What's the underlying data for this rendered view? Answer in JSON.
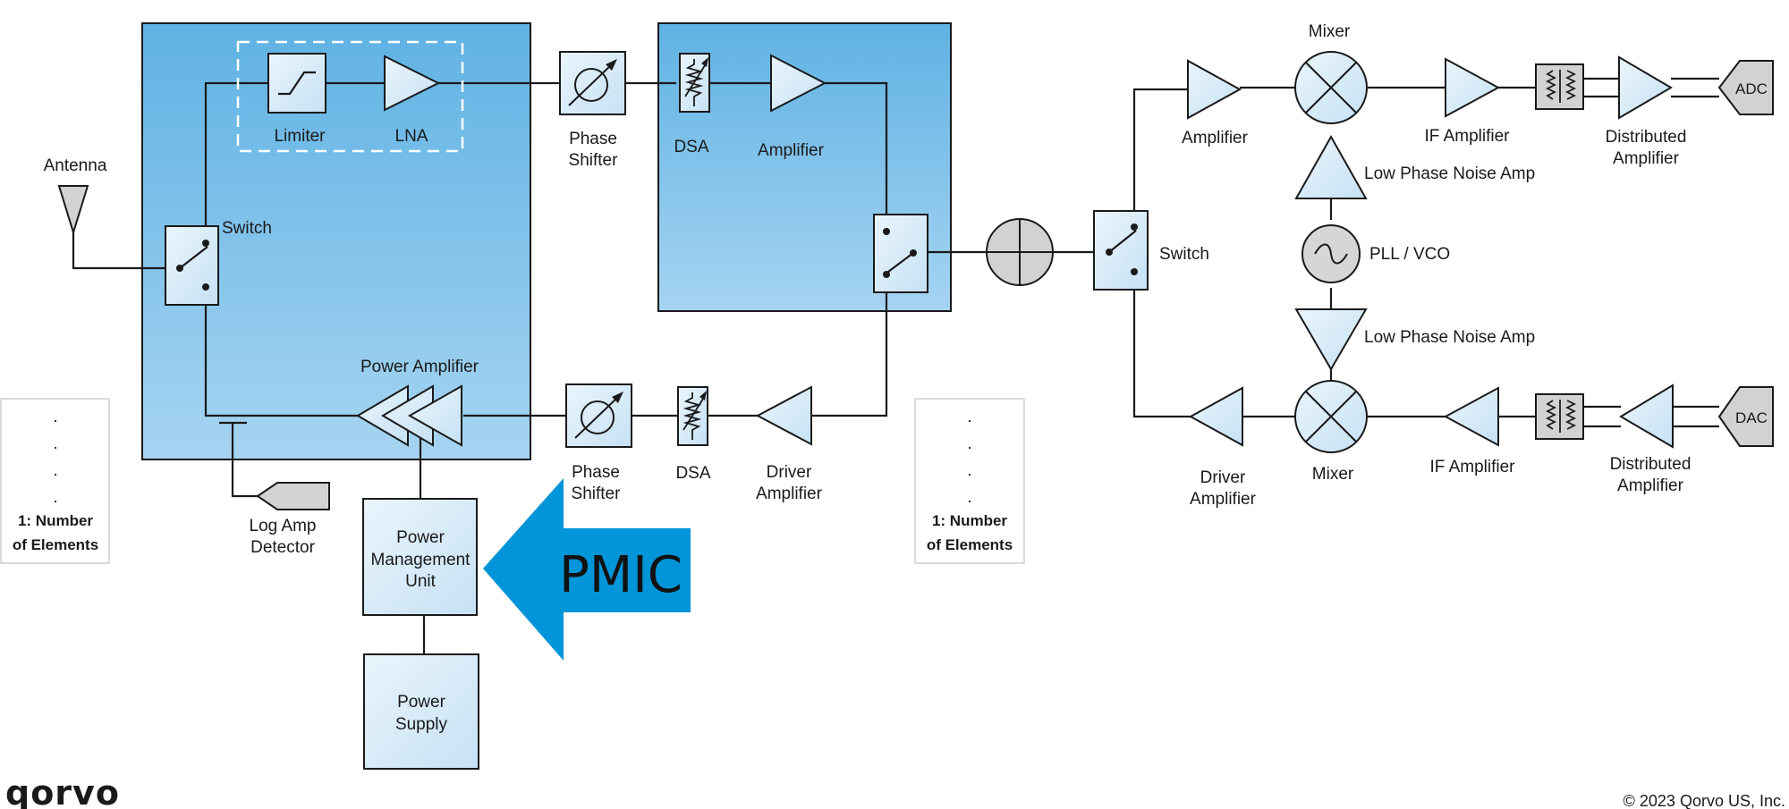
{
  "labels": {
    "antenna": "Antenna",
    "switch_left": "Switch",
    "limiter": "Limiter",
    "lna": "LNA",
    "phase_shifter_1": "Phase",
    "phase_shifter_2": "Shifter",
    "dsa": "DSA",
    "amplifier": "Amplifier",
    "power_amplifier": "Power Amplifier",
    "driver_1": "Driver",
    "driver_2": "Amplifier",
    "log_amp_1": "Log Amp",
    "log_amp_2": "Detector",
    "pmu_1": "Power",
    "pmu_2": "Management",
    "pmu_3": "Unit",
    "psu_1": "Power",
    "psu_2": "Supply",
    "pmic": "PMIC",
    "elements_1": "1: Number",
    "elements_2": "of Elements",
    "dot": ".",
    "switch_right": "Switch",
    "mixer": "Mixer",
    "if_amplifier": "IF Amplifier",
    "distributed_1": "Distributed",
    "distributed_2": "Amplifier",
    "adc": "ADC",
    "dac": "DAC",
    "low_phase_noise_amp": "Low Phase Noise Amp",
    "pll_vco": "PLL / VCO"
  },
  "footer": {
    "logo": "qorvo",
    "copyright": "© 2023 Qorvo US, Inc."
  },
  "colors": {
    "panel_top": "#6ab8e6",
    "panel_bottom": "#a3d3f0",
    "component_fill": "#d4e9f7",
    "pmic_arrow": "#0095d8",
    "gray_block": "#d2d2d2"
  }
}
